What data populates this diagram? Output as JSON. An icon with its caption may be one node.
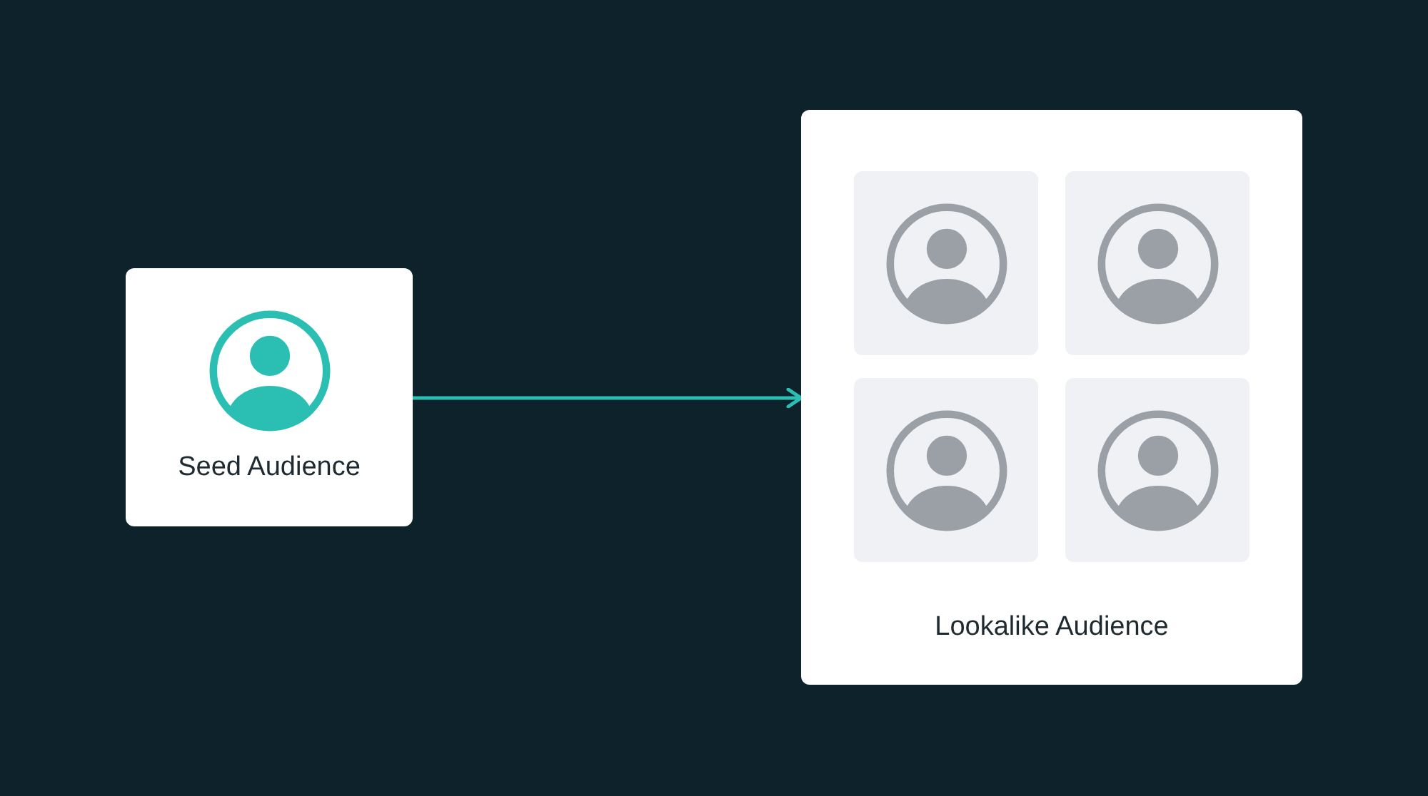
{
  "diagram": {
    "nodes": [
      {
        "text": [
          "Seed Audience"
        ]
      },
      {
        "text": [
          "Lookalike Audience"
        ]
      },
      {
        "text": [],
        "shape": "box",
        "in": 1
      },
      {
        "text": [],
        "shape": "box",
        "in": 1
      },
      {
        "text": [],
        "shape": "box",
        "in": 1
      },
      {
        "text": [],
        "shape": "box",
        "in": 1
      }
    ],
    "edges": [
      {
        "from": 0,
        "to": 1,
        "arrow": "to",
        "color": "#2bbfb3"
      }
    ]
  }
}
